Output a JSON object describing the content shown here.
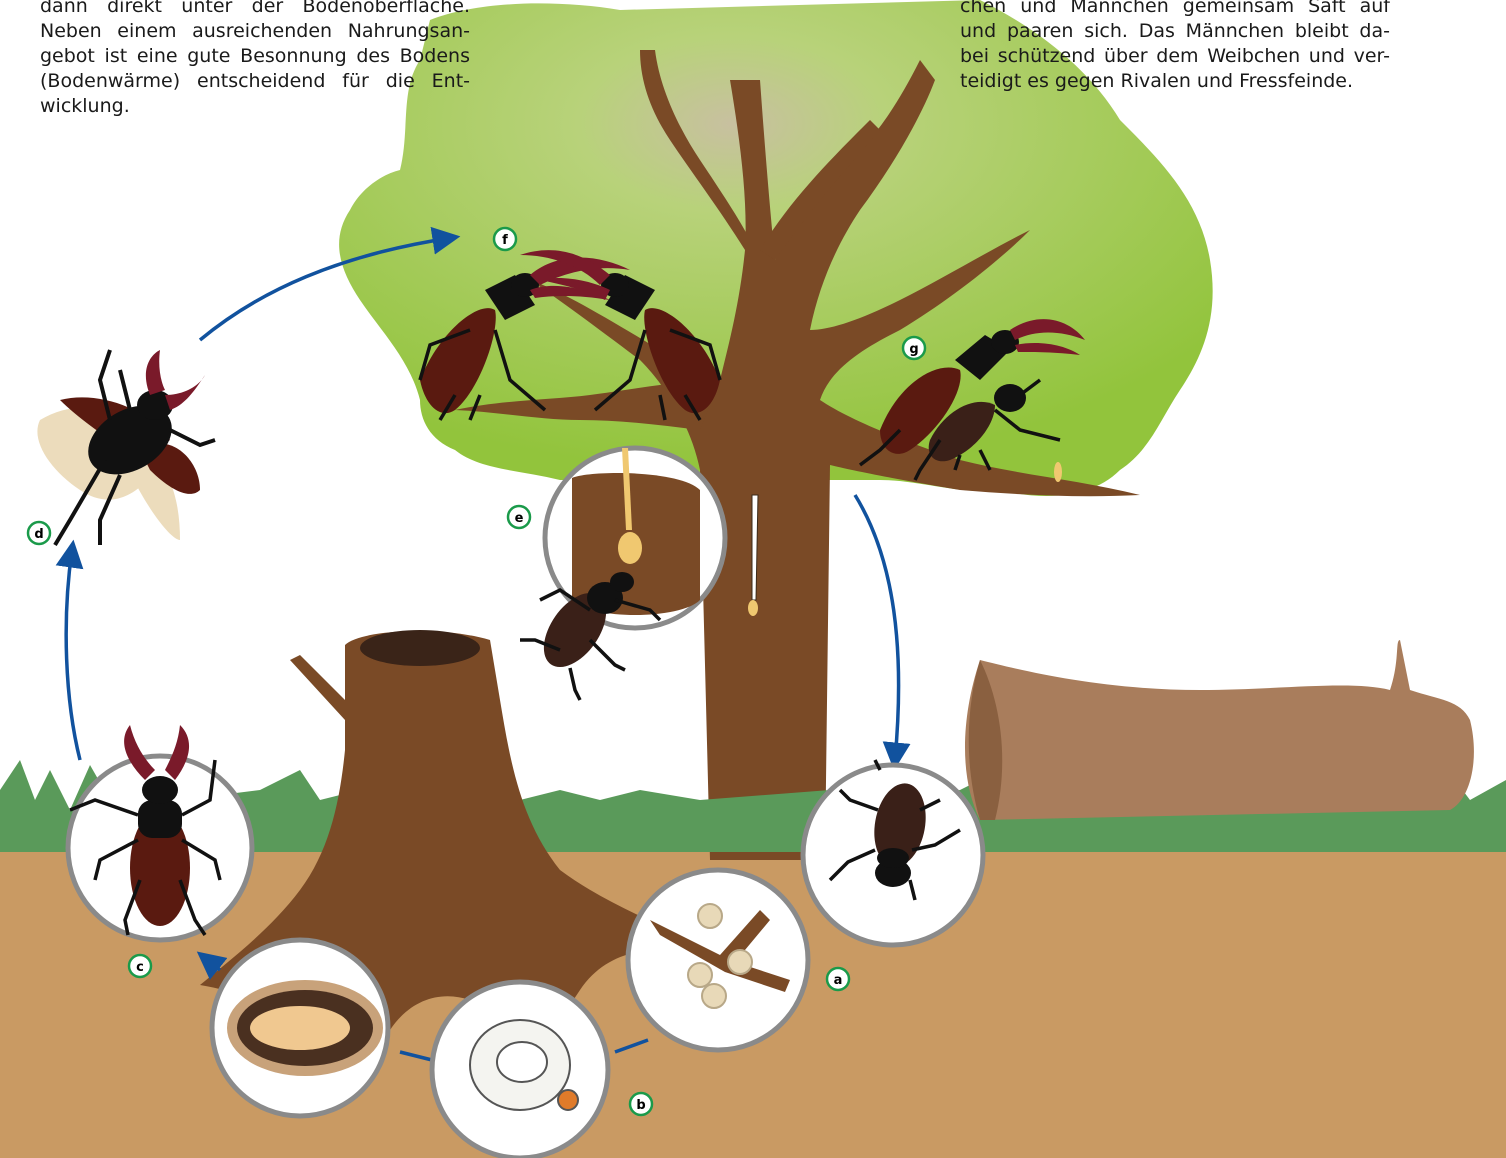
{
  "text_left": {
    "lines": [
      "dann direkt unter der Bodenoberfläche.",
      "Neben einem ausreichenden Nahrungsan-",
      "gebot ist eine gute Besonnung des Bodens",
      "(Bodenwärme) entscheidend für die Ent-",
      "wicklung."
    ]
  },
  "text_right": {
    "lines": [
      "chen und Männchen gemeinsam Saft auf",
      "und paaren sich. Das Männchen bleibt da-",
      "bei schützend über dem Weibchen und ver-",
      "teidigt es gegen Rivalen und Fressfeinde."
    ]
  },
  "stage_labels": {
    "a": "a",
    "b": "b",
    "c": "c",
    "d": "d",
    "e": "e",
    "f": "f",
    "g": "g"
  },
  "colors": {
    "soil": "#c99a63",
    "grass": "#5a9a5a",
    "foliage": "#9fcb45",
    "trunk": "#7a4a26",
    "log": "#a97d5c",
    "arrow": "#11529e",
    "label_ring": "#1a9a4a",
    "beetle_body": "#111111",
    "beetle_elytra": "#5a1a10",
    "mandible": "#7a1a2a",
    "sap": "#f0c870"
  }
}
